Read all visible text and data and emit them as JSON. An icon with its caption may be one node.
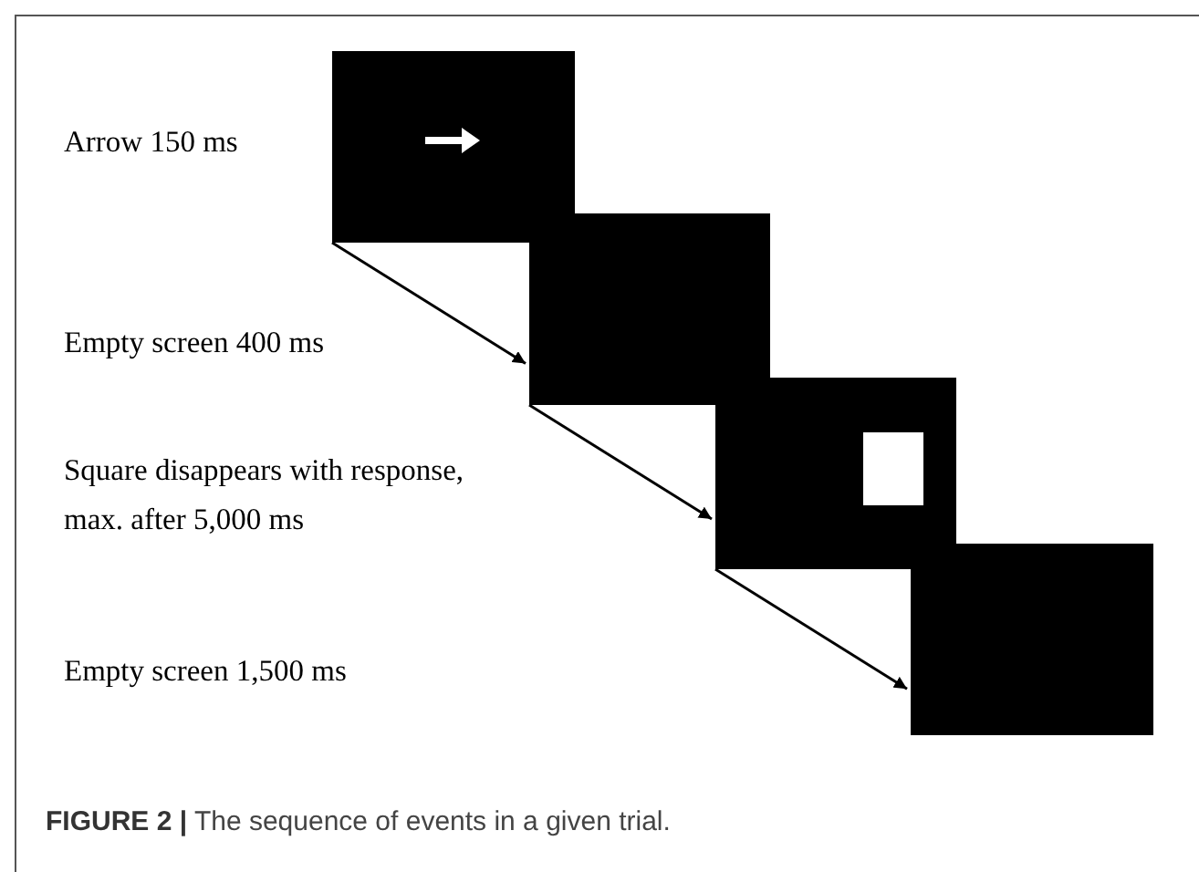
{
  "diagram": {
    "caption": "**FIGURE 2 |** The sequence of events in a given trial.",
    "nodes": [
      {
        "text": [],
        "shape": "box"
      },
      {
        "text": [],
        "shape": "box"
      },
      {
        "text": [],
        "shape": "box"
      },
      {
        "text": [],
        "shape": "box"
      }
    ],
    "labels": [
      "Arrow 150 ms",
      "Empty screen 400 ms",
      "Square disappears with response, max. after 5,000 ms",
      "Empty screen 1,500 ms"
    ],
    "edges": [
      {
        "from": 0,
        "to": 1,
        "arrow": "to"
      },
      {
        "from": 1,
        "to": 2,
        "arrow": "to"
      },
      {
        "from": 2,
        "to": 3,
        "arrow": "to"
      }
    ]
  }
}
